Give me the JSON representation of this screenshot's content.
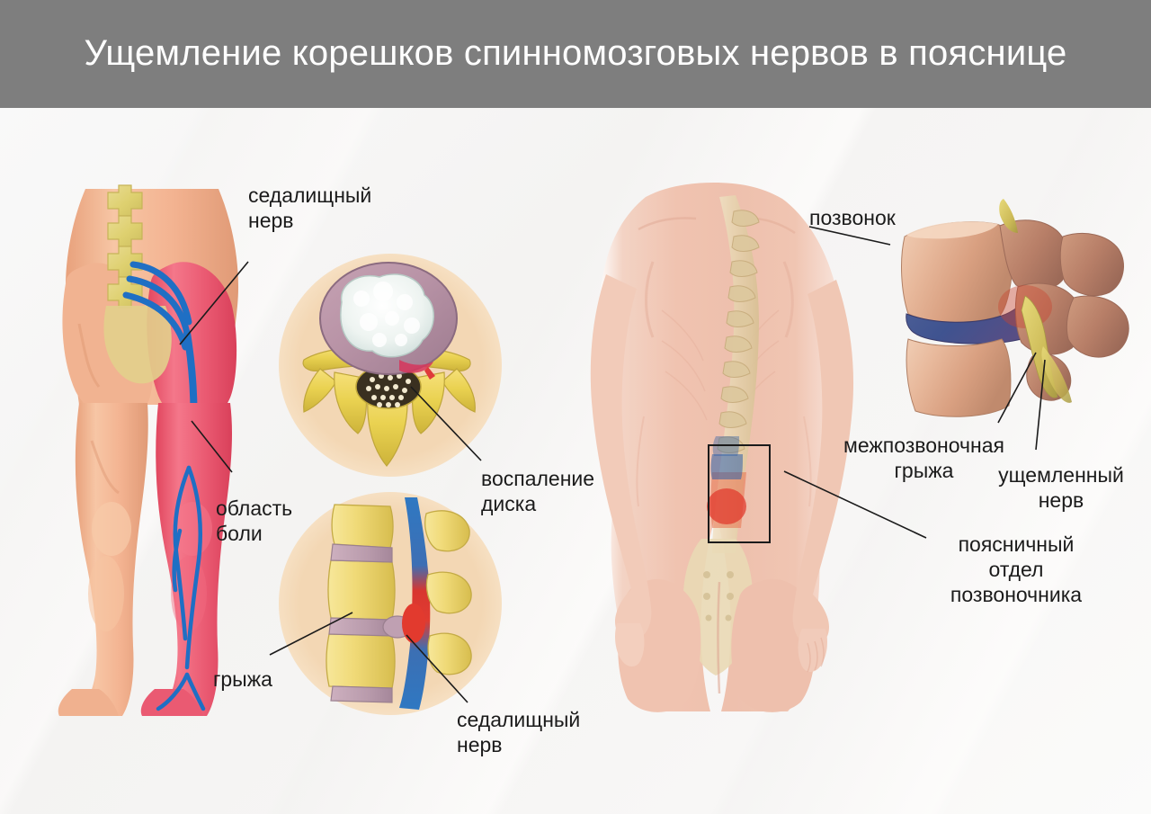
{
  "header": {
    "title": "Ущемление корешков спинномозговых нервов\nв пояснице",
    "background_color": "#7e7e7e",
    "text_color": "#ffffff"
  },
  "labels": {
    "sciatic_nerve_top": "седалищный\nнерв",
    "pain_area": "область\nболи",
    "hernia": "грыжа",
    "disc_inflammation": "воспаление\nдиска",
    "sciatic_nerve_bottom": "седалищный\nнерв",
    "vertebra": "позвонок",
    "intervertebral_hernia": "межпозвоночная\nгрыжа",
    "pinched_nerve": "ущемленный\nнерв",
    "lumbar_spine": "поясничный\nотдел\nпозвоночника"
  },
  "figures": {
    "legs": "legs-posterior-sciatic-nerve-illustration",
    "axial_disc": "axial-vertebra-disc-cross-section",
    "lateral_spine": "lateral-lumbar-spine-hernia",
    "back_photo": "male-back-with-spine-overlay",
    "vertebra_3d": "three-dimensional-lumbar-vertebrae-model"
  },
  "colors": {
    "header_gray": "#7e7e7e",
    "skin": "#f3b591",
    "pain_red": "#ef5d70",
    "nerve_blue": "#1f6fc4",
    "bone_yellow": "#e8d06a",
    "disc_mauve": "#c7a7b5",
    "inset_wash": "#f3d7b4",
    "label_text": "#1b1b1b"
  }
}
